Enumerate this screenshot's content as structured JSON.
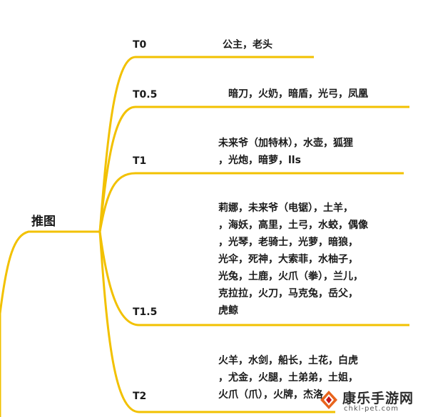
{
  "root": {
    "label": "推图"
  },
  "tiers": [
    {
      "label": "T0",
      "lines": [
        "公主，老头"
      ]
    },
    {
      "label": "T0.5",
      "lines": [
        "暗刀，火奶，暗盾，光弓，凤凰"
      ]
    },
    {
      "label": "T1",
      "lines": [
        "未来爷（加特林），水壶，狐狸",
        "，光炮，暗萝，lls"
      ]
    },
    {
      "label": "T1.5",
      "lines": [
        "莉娜，未来爷（电锯），土羊，",
        "，海妖，高里，土弓，水蛟，偶像",
        "，光琴，老骑士，光萝，暗狼，",
        "光伞，死神，大索菲，水柚子，",
        "光兔，土鹿，火爪（拳），兰儿，",
        "克拉拉，火刀，马克兔，岳父，",
        "虎鲸"
      ]
    },
    {
      "label": "T2",
      "lines": [
        "火羊，水剑，船长，土花，白虎",
        "，尤金，火腿，土弟弟，土姐，",
        "火爪（爪），火牌，杰洛"
      ]
    }
  ],
  "watermark": {
    "title": "康乐手游网",
    "url": "chkl-pet.com"
  },
  "colors": {
    "branch": "#f2c100",
    "text": "#1a1a1a"
  }
}
